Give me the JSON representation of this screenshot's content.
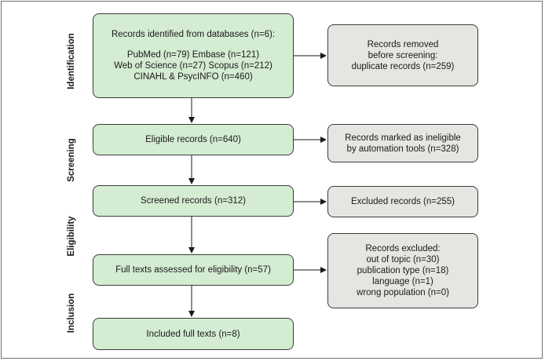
{
  "stages": {
    "identification": "Identification",
    "screening": "Screening",
    "eligibility": "Eligibility",
    "inclusion": "Inclusion"
  },
  "boxes": {
    "records_identified": {
      "heading": "Records identified from databases (n=6):",
      "lines": [
        "PubMed (n=79) Embase (n=121)",
        "Web of Science (n=27) Scopus (n=212)",
        "CINAHL & PsycINFO (n=460)"
      ]
    },
    "records_removed": {
      "lines": [
        "Records removed",
        "before screening:",
        "duplicate records (n=259)"
      ]
    },
    "eligible_records": {
      "text": "Eligible records (n=640)"
    },
    "ineligible_automation": {
      "lines": [
        "Records marked as ineligible",
        "by automation tools (n=328)"
      ]
    },
    "screened_records": {
      "text": "Screened records (n=312)"
    },
    "excluded_records": {
      "text": "Excluded records (n=255)"
    },
    "full_texts_assessed": {
      "text": "Full texts assessed for eligibility (n=57)"
    },
    "records_excluded": {
      "lines": [
        "Records excluded:",
        "out of topic (n=30)",
        "publication type (n=18)",
        "language (n=1)",
        "wrong population (n=0)"
      ]
    },
    "included_full_texts": {
      "text": "Included full texts (n=8)"
    }
  },
  "colors": {
    "main_box_fill": "#d4ecd2",
    "side_box_fill": "#e4e6e2",
    "border": "#3c3c3c",
    "arrow": "#1a1a1a"
  }
}
